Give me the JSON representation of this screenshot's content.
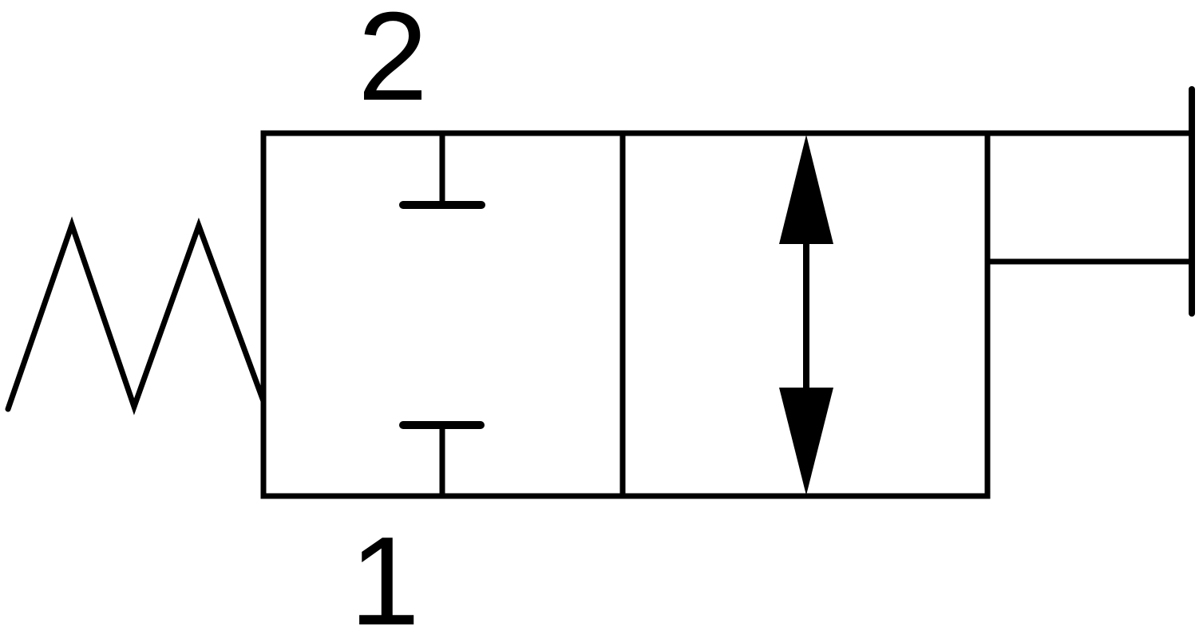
{
  "colors": {
    "ink": "#000000",
    "background": "#ffffff"
  },
  "labels": {
    "port_top": "2",
    "port_bottom": "1"
  },
  "diagram": {
    "kind": "directional-control-valve-symbol",
    "positions": 2,
    "icons": [
      "spring-return-icon",
      "blocked-port-icon",
      "blocked-port-icon",
      "double-headed-flow-arrow-icon",
      "plunger-actuator-icon"
    ]
  }
}
